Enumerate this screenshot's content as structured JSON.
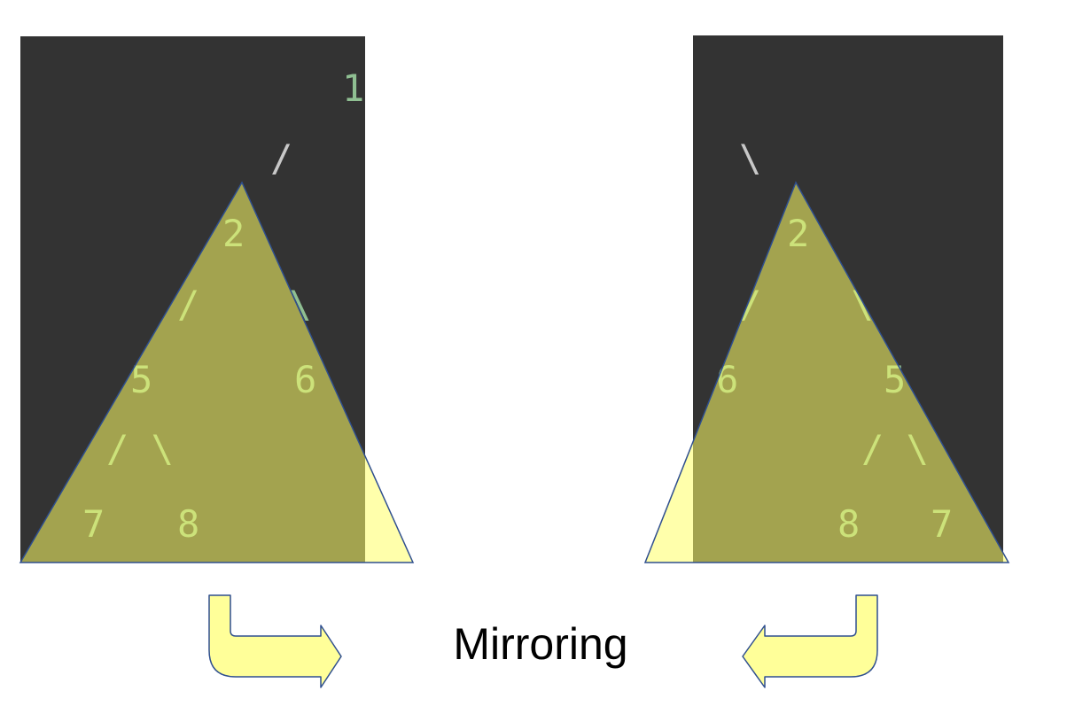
{
  "left_tree": {
    "root": "1",
    "root_edge": "/",
    "node_a": "2",
    "edges_a": "/    \\",
    "node_b_left": "5",
    "node_b_right": "6",
    "edges_b": "/ \\",
    "leaf_left": "7",
    "leaf_right": "8"
  },
  "right_tree": {
    "root_edge": "\\",
    "node_a": "2",
    "edges_a": "/    \\",
    "node_b_left": "6",
    "node_b_right": "5",
    "edges_b": "/ \\",
    "leaf_left": "8",
    "leaf_right": "7"
  },
  "caption": "Mirroring",
  "colors": {
    "panel": "#333333",
    "triangle": "#ffff66",
    "arrow_fill": "#ffff99",
    "arrow_stroke": "#2f4f8f",
    "node_text": "#8fbf92",
    "edge_text": "#c8c8c8"
  }
}
